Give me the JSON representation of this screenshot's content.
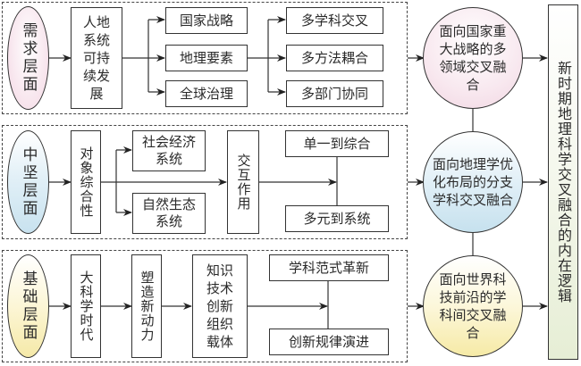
{
  "colors": {
    "demand": "#f7e6ee",
    "core": "#dcecf4",
    "base": "#fbf5d2",
    "final": "#eef3e2"
  },
  "rows": {
    "demand": {
      "layer": "需求层面",
      "source": "人地系统可持续发展",
      "middle": [
        "国家战略",
        "地理要素",
        "全球治理"
      ],
      "right": [
        "多学科交叉",
        "多方法耦合",
        "多部门协同"
      ],
      "outcome": "面向国家重大战略的多领域交叉融合"
    },
    "core": {
      "layer": "中坚层面",
      "source": "对象综合性",
      "middle": [
        "社会经济系统",
        "自然生态系统"
      ],
      "interaction": "交互作用",
      "right": [
        "单一到综合",
        "多元到系统"
      ],
      "outcome": "面向地理学优化布局的分支学科交叉融合"
    },
    "base": {
      "layer": "基础层面",
      "source": "大科学时代",
      "driver": "塑造新动力",
      "carrier": "知识技术创新组织载体",
      "right": [
        "学科范式革新",
        "创新规律演进"
      ],
      "outcome": "面向世界科技前沿的学科间交叉融合"
    }
  },
  "final": "新时期地理科学交叉融合的内在逻辑"
}
